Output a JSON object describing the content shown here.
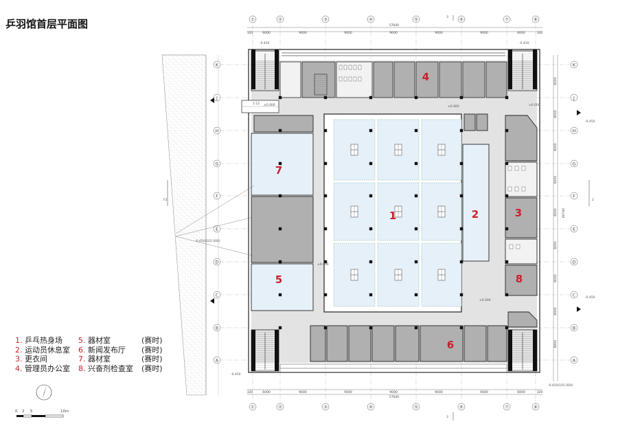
{
  "title": "乒羽馆首层平面图",
  "legend": {
    "col1": [
      {
        "num": "1.",
        "text": "乒乓热身场"
      },
      {
        "num": "2.",
        "text": "运动员休息室"
      },
      {
        "num": "3.",
        "text": "更衣间"
      },
      {
        "num": "4.",
        "text": "管理员办公室"
      }
    ],
    "col2": [
      {
        "num": "5.",
        "text": "器材室"
      },
      {
        "num": "6.",
        "text": "新闻发布厅"
      },
      {
        "num": "7.",
        "text": "器材室"
      },
      {
        "num": "8.",
        "text": "兴奋剂检查室"
      }
    ],
    "col3": [
      "(赛时)",
      "(赛时)",
      "(赛时)",
      "(赛时)"
    ]
  },
  "grid": {
    "columns": [
      "①",
      "②",
      "③",
      "④",
      "⑤",
      "⑥",
      "⑦",
      "⑧"
    ],
    "rows": [
      "K",
      "J",
      "H",
      "G",
      "F",
      "E",
      "D",
      "C",
      "B",
      "A"
    ],
    "column_spacing": [
      "6000",
      "9000",
      "9000",
      "9000",
      "9000",
      "9000",
      "6000"
    ],
    "total_width": "57640",
    "edge_offset": "320",
    "row_spacing": [
      "6000",
      "6000",
      "6000",
      "6000",
      "6000",
      "6000",
      "6000",
      "6000",
      "6000"
    ],
    "total_height": "60740",
    "edge_label": "600"
  },
  "rooms": [
    "1",
    "2",
    "3",
    "4",
    "5",
    "6",
    "7",
    "8"
  ],
  "annotations": {
    "elev_top_left": "-0.450",
    "elev_top_right": "-0.450",
    "elev_right_1": "-0.450",
    "elev_right_2": "-0.450",
    "elev_left_mid": "-0.450(101.000)",
    "elev_bottom_left": "-0.450",
    "elev_bottom_right": "-0.450(101.000)",
    "floor_zero_a": "±0.000",
    "floor_zero_b": "±0.000",
    "floor_zero_c": "±0.000",
    "floor_zero_d": "±0.000",
    "floor_zero_e": "±0.000",
    "ramp_slope": "1:12",
    "section_3": "3",
    "section_2": "2",
    "section_F2": "F2"
  },
  "scale_bar": {
    "labels": [
      "0",
      "2",
      "5",
      "10m"
    ]
  }
}
